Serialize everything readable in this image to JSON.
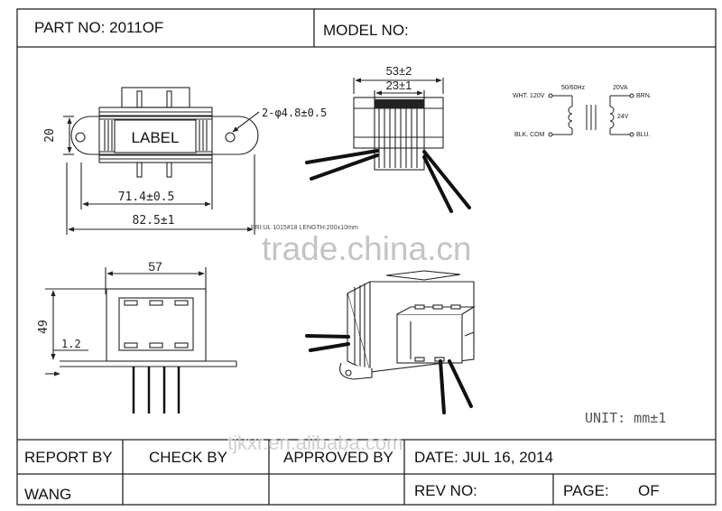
{
  "header": {
    "part_no": "PART NO:  2011OF",
    "model_no": "MODEL NO:"
  },
  "front_view": {
    "label": "LABEL",
    "height_dim": "20",
    "hole_dim": "2-φ4.8±0.5",
    "inner_width_dim": "71.4±0.5",
    "outer_width_dim": "82.5±1",
    "lead_note": "PRI:UL 1015#18 LENGTH:200±10mm"
  },
  "top_view": {
    "outer_dim": "53±2",
    "inner_dim": "23±1"
  },
  "schematic": {
    "primary_voltage": "WHT. 120V",
    "frequency": "50/60Hz",
    "common": "BLK. COM",
    "rating": "20VA",
    "secondary_top": "BRN.",
    "secondary_voltage": "24V",
    "secondary_bottom": "BLU."
  },
  "side_view": {
    "width_dim": "57",
    "height_dim": "49",
    "thickness_dim": "1.2"
  },
  "watermarks": {
    "center": "trade.china.cn",
    "bottom": "tjkxr.en.alibaba.com"
  },
  "unit_note": "UNIT: mm±1",
  "title_block": {
    "report_by": "REPORT BY",
    "check_by": "CHECK BY",
    "approved_by": "APPROVED BY",
    "date": "DATE: JUL 16, 2014",
    "reporter": "WANG",
    "rev_no": "REV NO:",
    "page": "PAGE:",
    "of": "OF"
  }
}
